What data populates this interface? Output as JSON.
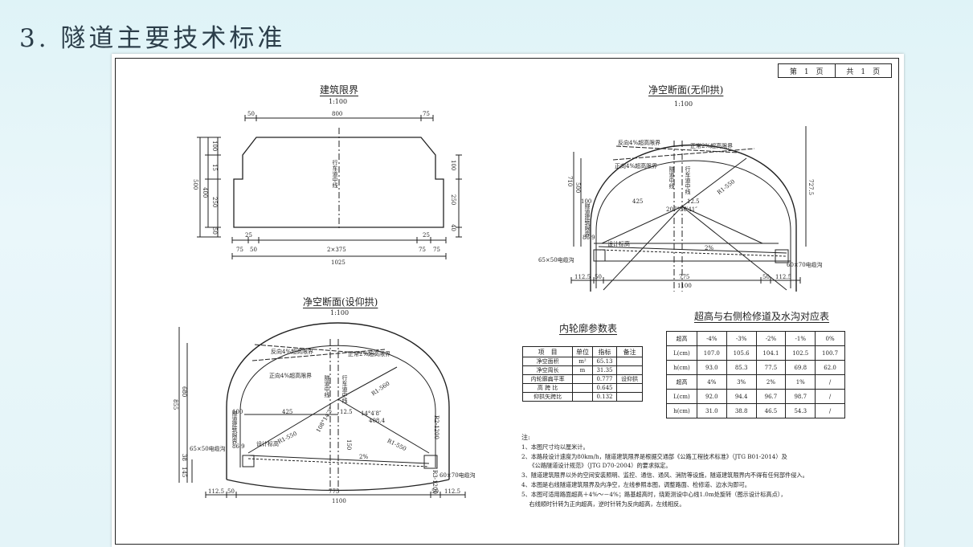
{
  "slide": {
    "title": "3. 隧道主要技术标准"
  },
  "page_box": {
    "page_label": "第　1　页",
    "total_label": "共　1　页"
  },
  "drawings": {
    "building_limit": {
      "title": "建筑限界",
      "scale": "1:100",
      "dims": {
        "top_left": "50",
        "top_mid": "800",
        "top_right": "75",
        "bot_left1": "75",
        "bot_left2": "50",
        "bot_mid": "2×375",
        "bot_right1": "75",
        "bot_right2": "75",
        "bot_total": "1025",
        "left_total": "500",
        "left_400": "400",
        "left_100": "100",
        "left_15": "15",
        "left_250": "250",
        "left_50": "50",
        "right_100": "100",
        "right_250": "250",
        "right_40": "40",
        "sidewalk_left": "25",
        "sidewalk_right": "25"
      },
      "center_label": "行车道中线"
    },
    "section_no_invert": {
      "title": "净空断面(无仰拱)",
      "scale": "1:100",
      "labels": {
        "reverse_limit": "反向4%超高限界",
        "normal_limit": "正常2%超高限界",
        "forward_limit": "正向4%超高限界",
        "center_tunnel": "隧道中线",
        "center_lane": "行车道中线",
        "radius": "R1-550",
        "angle": "207°36′41″",
        "design_elev": "设计标高",
        "drain_left": "65×50电缆沟",
        "drain_right": "60×70电缆沟",
        "left_ref": "隧道建筑限界"
      },
      "dims": {
        "h710": "710",
        "h500": "500",
        "h727": "727.5",
        "w425": "425",
        "d100": "100",
        "d12": "12.5",
        "d86": "86.9",
        "slope": "2%",
        "b1": "112.5",
        "b2": "50",
        "b3": "775",
        "b4": "50",
        "b5": "112.5",
        "btotal": "1100"
      }
    },
    "section_with_invert": {
      "title": "净空断面(设仰拱)",
      "scale": "1:100",
      "labels": {
        "reverse_limit": "反向4%超高限界",
        "normal_limit": "正常2%超高限界",
        "forward_limit": "正向4%超高限界",
        "center_tunnel": "隧道中线",
        "center_lane": "行车道中线",
        "radius_top": "R1-560",
        "radius_left": "R1-550",
        "radius_right": "R1-550",
        "angle1": "108°14′3″",
        "angle2": "14°4′8″",
        "design_elev": "设计标高",
        "drain_left": "65×50电缆沟",
        "drain_right": "60×70电缆沟",
        "r2": "R2-1200",
        "r3": "R3-1200",
        "left_ref": "隧道建筑限界"
      },
      "dims": {
        "h855": "855",
        "h680": "680",
        "w425": "425",
        "d100": "100",
        "d12": "12.5",
        "w408": "408.4",
        "d86": "86.9",
        "slope": "2%",
        "h150": "150",
        "h38": "38",
        "h145": "145",
        "b1": "112.5",
        "b2": "50",
        "b3": "775",
        "b4": "50",
        "b5": "112.5",
        "btotal": "1100"
      }
    }
  },
  "param_table": {
    "title": "内轮廓参数表",
    "headers": [
      "项　目",
      "单位",
      "指标",
      "备注"
    ],
    "rows": [
      [
        "净空面积",
        "m²",
        "65.13",
        ""
      ],
      [
        "净空周长",
        "m",
        "31.35",
        ""
      ],
      [
        "内轮廓扁平率",
        "",
        "0.777",
        "设仰拱"
      ],
      [
        "高 跨 比",
        "",
        "0.645",
        ""
      ],
      [
        "仰拱矢跨比",
        "",
        "0.132",
        ""
      ]
    ]
  },
  "super_table": {
    "title": "超高与右侧检修道及水沟对应表",
    "rows": [
      [
        "超高",
        "-4%",
        "-3%",
        "-2%",
        "-1%",
        "0%"
      ],
      [
        "L(cm)",
        "107.0",
        "105.6",
        "104.1",
        "102.5",
        "100.7"
      ],
      [
        "h(cm)",
        "93.0",
        "85.3",
        "77.5",
        "69.8",
        "62.0"
      ],
      [
        "超高",
        "4%",
        "3%",
        "2%",
        "1%",
        "/"
      ],
      [
        "L(cm)",
        "92.0",
        "94.4",
        "96.7",
        "98.7",
        "/"
      ],
      [
        "h(cm)",
        "31.0",
        "38.8",
        "46.5",
        "54.3",
        "/"
      ]
    ]
  },
  "notes": {
    "heading": "注:",
    "lines": [
      "1、本图尺寸均以厘米计。",
      "2、本路段设计速度为80km/h，隧道建筑限界是根据交通部《公路工程技术标准》（JTG B01-2014）及",
      "　 《公路隧道设计规范》（JTG D70-2004）的要求拟定。",
      "3、隧道建筑限界以外的空间安装照明、监控、通信、通风、消防等设施，隧道建筑限界内不得有任何部件侵入。",
      "4、本图是右线隧道建筑限界及内净空，左线参照本图，调整路面、检修道、边水沟即可。",
      "5、本图可适用路面超高＋4%～－4%；路基超高时，绕距测设中心线1.0m处旋转（图示设计标高点），",
      "　 右线顺时针转为正向超高，逆时针转为反向超高，左线相反。"
    ]
  }
}
